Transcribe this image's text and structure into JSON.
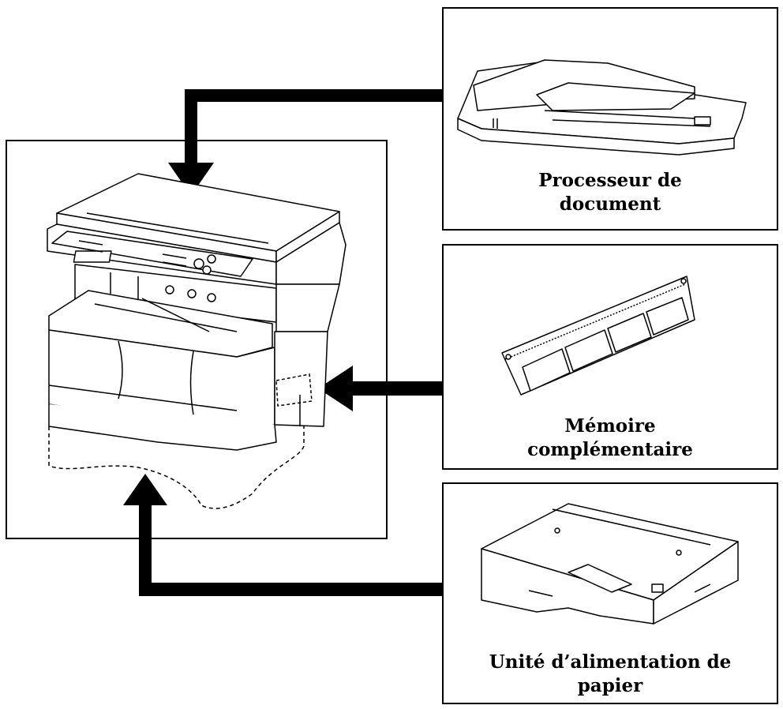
{
  "diagram": {
    "options": [
      {
        "id": "document-processor",
        "label_line1": "Processeur de",
        "label_line2": "document"
      },
      {
        "id": "memory-expansion",
        "label_line1": "Mémoire",
        "label_line2": "complémentaire"
      },
      {
        "id": "paper-feeder",
        "label_line1": "Unité d’alimentation de",
        "label_line2": "papier"
      }
    ],
    "colors": {
      "line": "#000000",
      "background": "#ffffff",
      "arrow": "#000000"
    }
  }
}
